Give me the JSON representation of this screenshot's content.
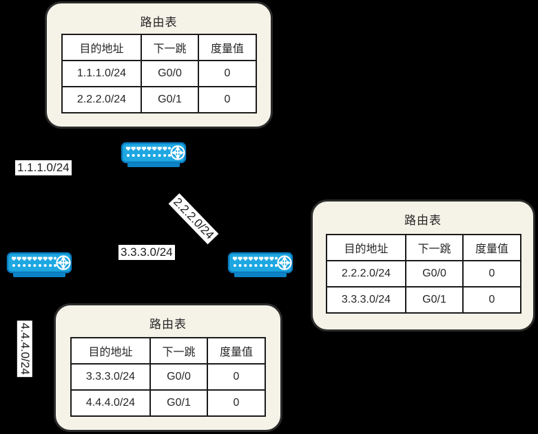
{
  "diagram": {
    "type": "network-topology",
    "description": "Three routers with static routing tables"
  },
  "colors": {
    "background": "#000000",
    "panel_bg": "#F5F2E7",
    "panel_border": "#2B2B2B",
    "table_bg": "#FFFFFF",
    "table_border": "#1A1A1A",
    "text": "#262626",
    "router_body_blue": "#1EA7E1",
    "router_outline_blue": "#0A7CBE",
    "router_base_blue": "#0C83C6",
    "label_bg": "#FFFFFF"
  },
  "icons": {
    "router": "router-icon"
  },
  "routing_tables": [
    {
      "title": "路由表",
      "headers": [
        "目的地址",
        "下一跳",
        "度量值"
      ],
      "rows": [
        [
          "1.1.1.0/24",
          "G0/0",
          "0"
        ],
        [
          "2.2.2.0/24",
          "G0/1",
          "0"
        ]
      ]
    },
    {
      "title": "路由表",
      "headers": [
        "目的地址",
        "下一跳",
        "度量值"
      ],
      "rows": [
        [
          "2.2.2.0/24",
          "G0/0",
          "0"
        ],
        [
          "3.3.3.0/24",
          "G0/1",
          "0"
        ]
      ]
    },
    {
      "title": "路由表",
      "headers": [
        "目的地址",
        "下一跳",
        "度量值"
      ],
      "rows": [
        [
          "3.3.3.0/24",
          "G0/0",
          "0"
        ],
        [
          "4.4.4.0/24",
          "G0/1",
          "0"
        ]
      ]
    }
  ],
  "network_labels": [
    {
      "text": "1.1.1.0/24",
      "orientation": "horizontal"
    },
    {
      "text": "2.2.2.0/24",
      "orientation": "diagonal"
    },
    {
      "text": "3.3.3.0/24",
      "orientation": "horizontal"
    },
    {
      "text": "4.4.4.0/24",
      "orientation": "vertical"
    }
  ]
}
